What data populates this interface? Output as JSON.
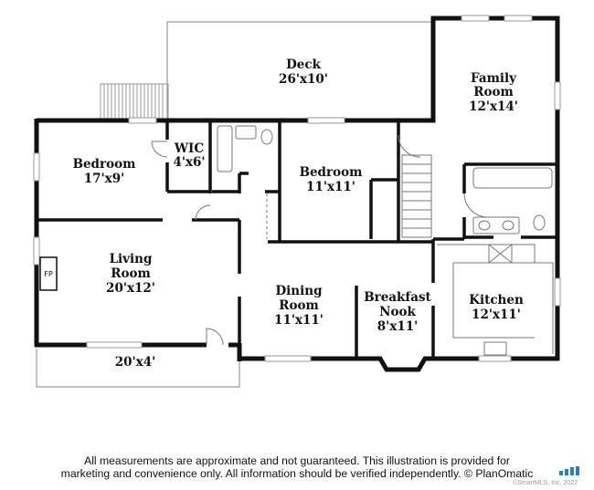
{
  "rooms": {
    "deck": {
      "name": "Deck",
      "size": "26'x10'"
    },
    "family_room": {
      "name_line1": "Family",
      "name_line2": "Room",
      "size": "12'x14'"
    },
    "bedroom_left": {
      "name": "Bedroom",
      "size": "17'x9'"
    },
    "wic": {
      "name": "WIC",
      "size": "4'x6'"
    },
    "bedroom_mid": {
      "name": "Bedroom",
      "size": "11'x11'"
    },
    "living_room": {
      "name_line1": "Living",
      "name_line2": "Room",
      "size": "20'x12'"
    },
    "fireplace": {
      "label": "FP"
    },
    "dining_room": {
      "name_line1": "Dining",
      "name_line2": "Room",
      "size": "11'x11'"
    },
    "breakfast_nook": {
      "name_line1": "Breakfast",
      "name_line2": "Nook",
      "size": "8'x11'"
    },
    "kitchen": {
      "name": "Kitchen",
      "size": "12'x11'"
    },
    "porch": {
      "size": "20'x4'"
    }
  },
  "footer": {
    "disclaimer_line1": "All measurements are approximate and not guaranteed. This illustration is provided for",
    "disclaimer_line2": "marketing and convenience only. All information should be verified independently. © PlanOmatic",
    "copyright": "©SmartMLS, Inc.  2022"
  },
  "colors": {
    "wall": "#111111",
    "thin_line": "#999999",
    "logo": "#2b7fb8"
  }
}
